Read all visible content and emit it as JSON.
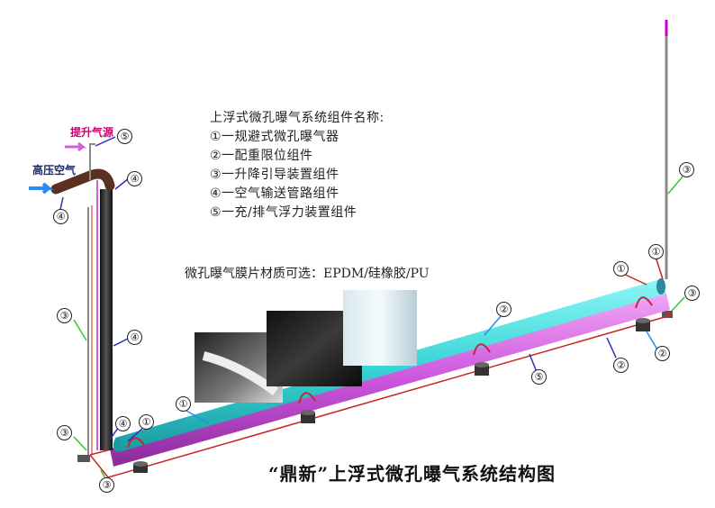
{
  "legend": {
    "title": "上浮式微孔曝气系统组件名称:",
    "items": [
      "①一规避式微孔曝气器",
      "②一配重限位组件",
      "③一升降引导装置组件",
      "④一空气输送管路组件",
      "⑤一充/排气浮力装置组件"
    ]
  },
  "material_note": "微孔曝气膜片材质可选：EPDM/硅橡胶/PU",
  "caption": "“鼎新”上浮式微孔曝气系统结构图",
  "tags": {
    "lift_air": "提升气源",
    "high_pressure_air": "高压空气"
  },
  "callouts": {
    "c1": "①",
    "c2": "②",
    "c3": "③",
    "c4": "④",
    "c5": "⑤"
  },
  "colors": {
    "aerator_tube": "#38d6d6",
    "buoyancy_tube": "#d35ce0",
    "air_pipe": "#2a2a2a",
    "guide_line": "#cc2222",
    "arrow": "#2a8cf0",
    "leader_green": "#34c634"
  }
}
